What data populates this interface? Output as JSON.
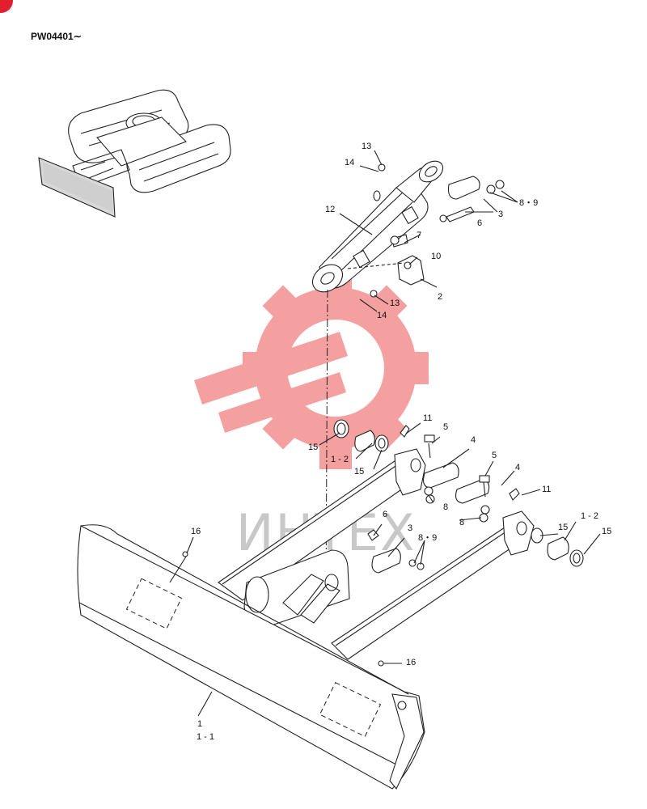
{
  "header": {
    "serial_range": "PW04401∼"
  },
  "watermark": {
    "text": "ИНТЕХ"
  },
  "colors": {
    "corner_badge": "#e0202c",
    "watermark_red": "#f4a0a0",
    "watermark_text": "#c8c8c8",
    "line": "#222222"
  },
  "callouts": {
    "c13a": "13",
    "c14a": "14",
    "c12": "12",
    "c89a": "8・9",
    "c3a": "3",
    "c6a": "6",
    "c7": "7",
    "c10": "10",
    "c2": "2",
    "c13b": "13",
    "c14b": "14",
    "c15a": "15",
    "c12a": "1 - 2",
    "c15b": "15",
    "c11a": "11",
    "c5a": "5",
    "c4a": "4",
    "c5b": "5",
    "c4b": "4",
    "c8a": "8",
    "c11b": "11",
    "c8b": "8",
    "c6b": "6",
    "c3b": "3",
    "c89b": "8・9",
    "c16a": "16",
    "c15c": "15",
    "c12b": "1 - 2",
    "c15d": "15",
    "c16b": "16",
    "c1": "1",
    "c11": "1 - 1"
  }
}
